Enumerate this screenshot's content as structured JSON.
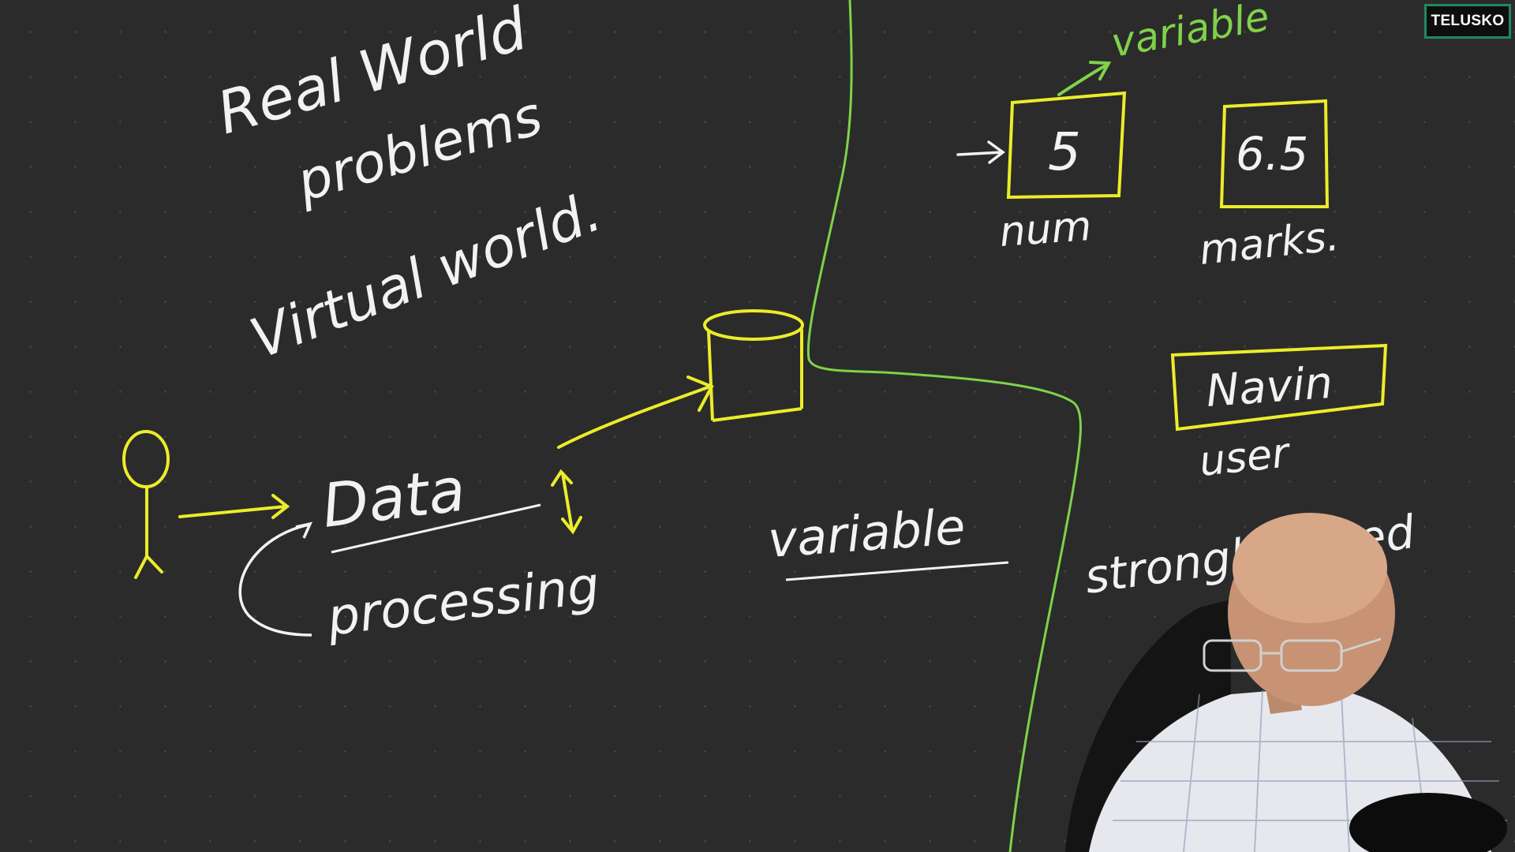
{
  "channel_logo": "TELUSKO",
  "notes": {
    "real_world": "Real World",
    "problems": "problems",
    "virtual_world": "Virtual world.",
    "data": "Data",
    "processing": "processing",
    "variable_center": "variable",
    "variable_top": "variable",
    "box_num_value": "5",
    "box_num_label": "num",
    "box_marks_value": "6.5",
    "box_marks_label": "marks.",
    "box_user_value": "Navin",
    "box_user_label": "user",
    "strongly_typed": "strongly typed"
  },
  "colors": {
    "board": "#2b2b2b",
    "chalk_white": "#f2f2f2",
    "marker_yellow": "#ecec2a",
    "marker_green": "#7fd24a",
    "logo_border": "#1f8a5e"
  },
  "presenter": {
    "icon": "person-webcam-overlay"
  }
}
